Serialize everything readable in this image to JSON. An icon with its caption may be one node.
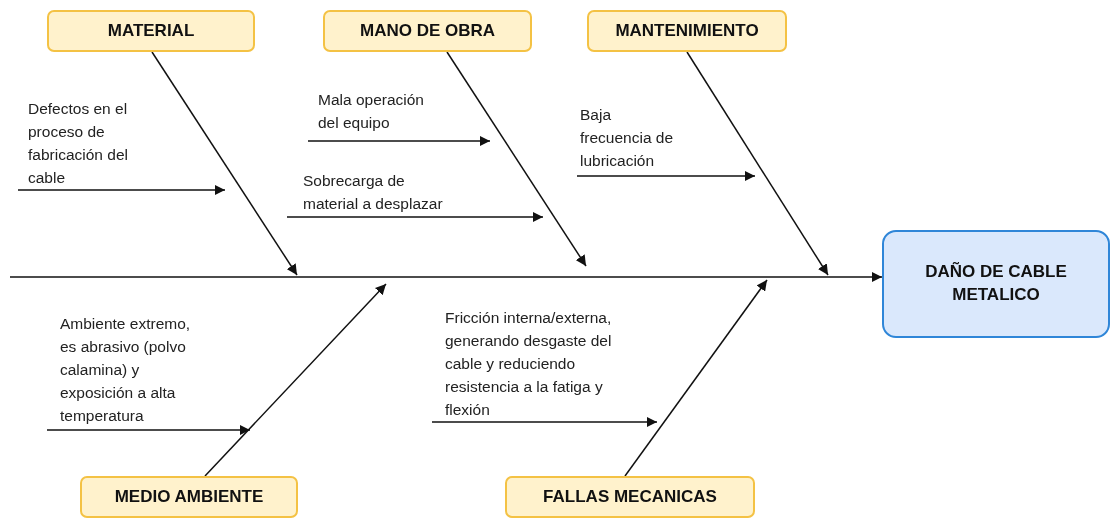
{
  "diagram": {
    "nodes": [
      {
        "text": [
          "MATERIAL"
        ]
      },
      {
        "text": [
          "MANO DE OBRA"
        ]
      },
      {
        "text": [
          "MANTENIMIENTO"
        ]
      },
      {
        "text": [
          "DAÑO DE CABLE METALICO"
        ]
      },
      {
        "text": [
          "MEDIO AMBIENTE"
        ]
      },
      {
        "text": [
          "FALLAS MECANICAS"
        ]
      },
      {
        "text": [
          "Defectos en el proceso de fabricación del cable"
        ]
      },
      {
        "text": [
          "Mala operación del equipo"
        ]
      },
      {
        "text": [
          "Sobrecarga de material a desplazar"
        ]
      },
      {
        "text": [
          "Baja frecuencia de lubricación"
        ]
      },
      {
        "text": [
          "Ambiente extremo, es abrasivo (polvo calamina) y exposición a alta temperatura"
        ]
      },
      {
        "text": [
          "Fricción interna/externa, generando desgaste del cable y reduciendo resistencia a la fatiga y flexión"
        ]
      }
    ],
    "edges": [
      {
        "from": null,
        "to": 3,
        "arrow": "to"
      },
      {
        "from": 0,
        "to": null,
        "arrow": "to"
      },
      {
        "from": 1,
        "to": null,
        "arrow": "to"
      },
      {
        "from": 2,
        "to": null,
        "arrow": "to"
      },
      {
        "from": 4,
        "to": null,
        "arrow": "to"
      },
      {
        "from": 5,
        "to": null,
        "arrow": "to"
      },
      {
        "from": 6,
        "to": null,
        "arrow": "to"
      },
      {
        "from": 7,
        "to": null,
        "arrow": "to"
      },
      {
        "from": 8,
        "to": null,
        "arrow": "to"
      },
      {
        "from": 9,
        "to": null,
        "arrow": "to"
      },
      {
        "from": 10,
        "to": null,
        "arrow": "to"
      },
      {
        "from": 11,
        "to": null,
        "arrow": "to"
      }
    ]
  }
}
